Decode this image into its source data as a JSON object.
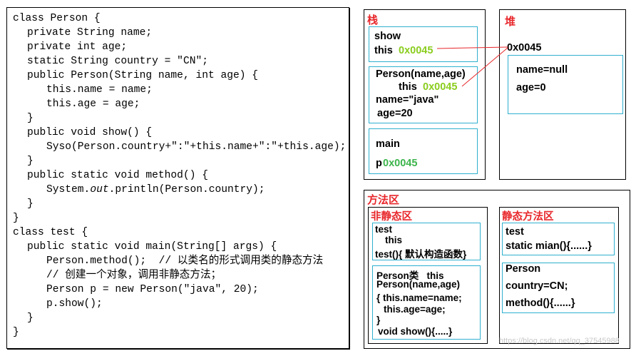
{
  "code": {
    "lines": [
      {
        "indent": 0,
        "text": "class Person {"
      },
      {
        "indent": 1,
        "text": "private String name;"
      },
      {
        "indent": 1,
        "text": "private int age;"
      },
      {
        "indent": 1,
        "text": "static String country = \"CN\";"
      },
      {
        "indent": 1,
        "text": "public Person(String name, int age) {"
      },
      {
        "indent": 2,
        "text": "this.name = name;"
      },
      {
        "indent": 2,
        "text": "this.age = age;"
      },
      {
        "indent": 1,
        "text": "}"
      },
      {
        "indent": 1,
        "text": "public void show() {"
      },
      {
        "indent": 2,
        "text": "Syso(Person.country+\":\"+this.name+\":\"+this.age);"
      },
      {
        "indent": 1,
        "text": "}"
      },
      {
        "indent": 1,
        "text": "public static void method() {"
      },
      {
        "indent": 2,
        "text": "System.out.println(Person.country);"
      },
      {
        "indent": 1,
        "text": "}"
      },
      {
        "indent": 0,
        "text": "}"
      },
      {
        "indent": 0,
        "text": "class test {"
      },
      {
        "indent": 1,
        "text": "public static void main(String[] args) {"
      },
      {
        "indent": 2,
        "text": "Person.method();  // 以类名的形式调用类的静态方法"
      },
      {
        "indent": 2,
        "text": "// 创建一个对象，调用非静态方法；"
      },
      {
        "indent": 2,
        "text": "Person p = new Person(\"java\", 20);"
      },
      {
        "indent": 2,
        "text": "p.show();"
      },
      {
        "indent": 1,
        "text": "}"
      },
      {
        "indent": 0,
        "text": "}"
      }
    ]
  },
  "stack": {
    "title": "栈",
    "frame_show": {
      "name": "show",
      "this_label": "this",
      "this_value": "0x0045"
    },
    "frame_constructor": {
      "name": "Person(name,age)",
      "this_label": "this",
      "this_value": "0x0045",
      "name_line": "name=\"java\"",
      "age_line": "age=20"
    },
    "frame_main": {
      "name": "main",
      "var_label": "p",
      "var_value": "0x0045"
    }
  },
  "heap": {
    "title": "堆",
    "address": "0x0045",
    "fields": [
      "name=null",
      "age=0"
    ]
  },
  "method_area": {
    "title": "方法区",
    "non_static": {
      "title": "非静态区",
      "test_box": [
        "test",
        "this",
        "test(){ 默认构造函数}"
      ],
      "person_box": [
        "Person类   this",
        "Person(name,age)",
        "{ this.name=name;",
        "this.age=age;",
        "}",
        "void show(){.....}"
      ]
    },
    "static": {
      "title": "静态方法区",
      "test_box": [
        "test",
        "static mian(){......}"
      ],
      "person_box": [
        "Person",
        "country=CN;",
        "method(){......}"
      ]
    }
  },
  "watermark": "https://blog.csdn.net/qq_37545988",
  "colors": {
    "accent_red": "#e8262a",
    "address_green": "#8acd1e",
    "box_cyan": "#2fb0cf",
    "link_red": "#e8262a"
  }
}
